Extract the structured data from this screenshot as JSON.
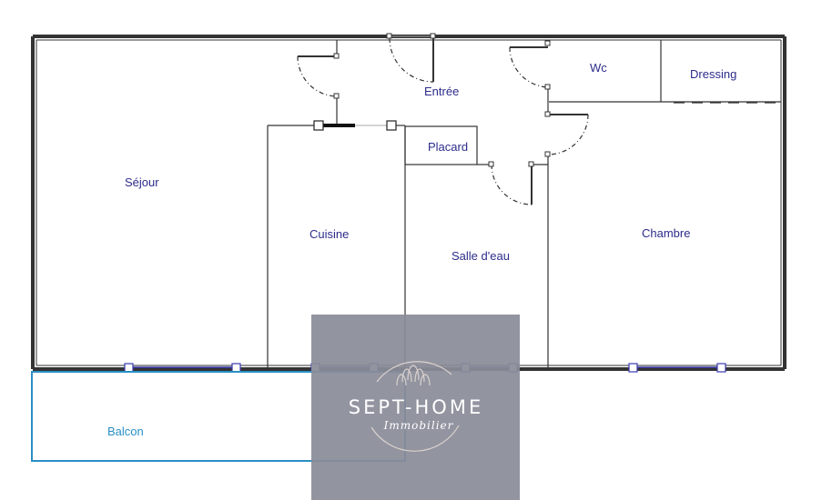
{
  "rooms": {
    "sejour": "Séjour",
    "cuisine": "Cuisine",
    "entree": "Entrée",
    "placard": "Placard",
    "salle_deau": "Salle d'eau",
    "wc": "Wc",
    "dressing": "Dressing",
    "chambre": "Chambre",
    "balcon": "Balcon"
  },
  "watermark": {
    "brand": "SEPT-HOME",
    "subtitle": "Immobilier"
  },
  "colors": {
    "wall": "#333333",
    "label": "#2c2c8c",
    "balcony": "#2a8fc4",
    "window": "#3a3ab0",
    "watermark_bg": "#8a8c99"
  }
}
